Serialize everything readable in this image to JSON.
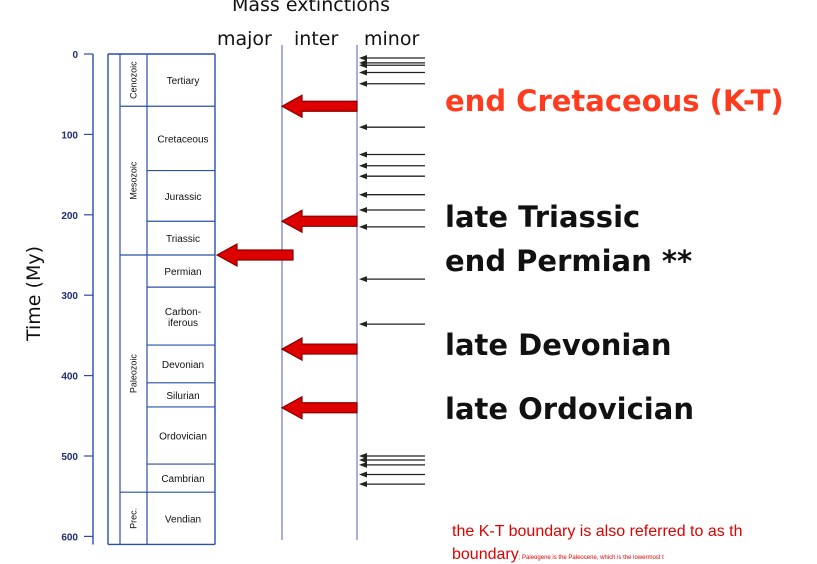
{
  "header": {
    "title": "Mass extinctions",
    "major": "major",
    "inter": "inter",
    "minor": "minor"
  },
  "y_axis": {
    "label": "Time (My)",
    "ticks": [
      "0",
      "100",
      "200",
      "300",
      "400",
      "500",
      "600"
    ]
  },
  "eras": [
    {
      "name": "Cenozoic",
      "start": 0,
      "end": 65
    },
    {
      "name": "Mesozoic",
      "start": 65,
      "end": 250
    },
    {
      "name": "Paleozoic",
      "start": 250,
      "end": 545
    },
    {
      "name": "Prec.",
      "start": 545,
      "end": 610
    }
  ],
  "periods": [
    {
      "name": "Tertiary",
      "start": 0,
      "end": 65
    },
    {
      "name": "Cretaceous",
      "start": 65,
      "end": 145
    },
    {
      "name": "Jurassic",
      "start": 145,
      "end": 208
    },
    {
      "name": "Triassic",
      "start": 208,
      "end": 250
    },
    {
      "name": "Permian",
      "start": 250,
      "end": 290
    },
    {
      "name": "Carbon-",
      "name2": "iferous",
      "start": 290,
      "end": 362
    },
    {
      "name": "Devonian",
      "start": 362,
      "end": 409
    },
    {
      "name": "Silurian",
      "start": 409,
      "end": 439
    },
    {
      "name": "Ordovician",
      "start": 439,
      "end": 510
    },
    {
      "name": "Cambrian",
      "start": 510,
      "end": 545
    },
    {
      "name": "Vendian",
      "start": 545,
      "end": 610
    }
  ],
  "major_extinctions": [
    {
      "label": "end Cretaceous (K-T)",
      "time": 65,
      "column": "inter",
      "color": "#ff3b1f"
    },
    {
      "label": "late Triassic",
      "time": 208,
      "column": "inter",
      "color": "#111111"
    },
    {
      "label": "end Permian **",
      "time": 250,
      "column": "major",
      "color": "#111111"
    },
    {
      "label": "late Devonian",
      "time": 367,
      "column": "inter",
      "color": "#111111"
    },
    {
      "label": "late Ordovician",
      "time": 440,
      "column": "inter",
      "color": "#111111"
    }
  ],
  "minor_extinctions": [
    5,
    11,
    14,
    23,
    37,
    91,
    125,
    139,
    152,
    175,
    194,
    215,
    280,
    336,
    500,
    505,
    511,
    523,
    535
  ],
  "colors": {
    "frame": "#2b4fa8",
    "guide": "#6f78c8",
    "arrow_fill": "#dd0000",
    "arrow_edge": "#8a0000",
    "note": "#e00000"
  },
  "note": {
    "line1": "the K-T boundary is also referred to as th",
    "line2": "boundary",
    "line2_small": "; Paleogene is the Paleocene, which is the lowermost t"
  }
}
